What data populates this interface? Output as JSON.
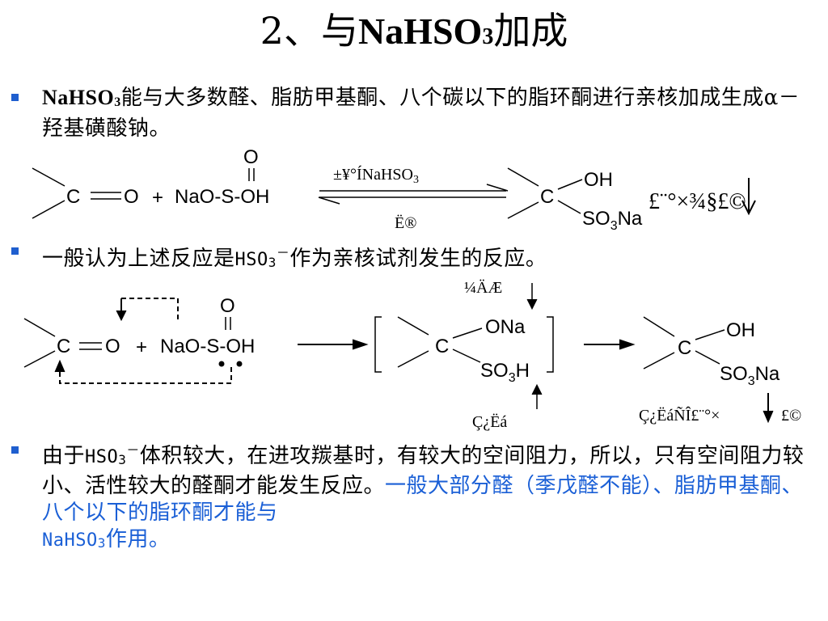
{
  "title": {
    "prefix": "2、与",
    "formula": "NaHSO",
    "formula_sub": "3",
    "suffix": "加成"
  },
  "para1": {
    "formula": "NaHSO",
    "formula_sub": "3",
    "text": "能与大多数醛、脂肪甲基酮、八个碳以下的脂环酮进行亲核加成生成α－羟基磺酸钠。"
  },
  "eq1": {
    "carbonyl_c": "C",
    "carbonyl_o": "O",
    "plus": "+",
    "reagent_left": "NaO-S-OH",
    "reagent_top_o": "O",
    "arrow_top": "±¥°ÍNaHSO",
    "arrow_top_sub": "3",
    "arrow_bottom": "Ë®",
    "product_c": "C",
    "product_oh": "OH",
    "product_so3": "SO",
    "product_so3_sub": "3",
    "product_na": "Na",
    "right_note": "£¨°×¾§£©"
  },
  "para2": {
    "text1": "一般认为上述反应是",
    "hso": "HSO",
    "hso_sub": "3",
    "hso_sup": "－",
    "text2": "作为亲核试剂发生的反应。"
  },
  "eq2": {
    "carbonyl_c": "C",
    "carbonyl_o": "O",
    "plus": "+",
    "reagent_left": "NaO-S-OH",
    "reagent_top_o": "O",
    "mid_c": "C",
    "mid_ona": "ONa",
    "mid_so3": "SO",
    "mid_so3_sub": "3",
    "mid_h": "H",
    "top_label": "¼ÄÆ",
    "bottom_label": "Ç¿Ëá",
    "product_c": "C",
    "product_oh": "OH",
    "product_so3": "SO",
    "product_so3_sub": "3",
    "product_na": "Na",
    "product_label": "Ç¿ËáÑÎ£¨°×",
    "right_note": "£©"
  },
  "para3": {
    "text1": "由于",
    "hso": "HSO",
    "hso_sub": "3",
    "hso_sup": "－",
    "text2": "体积较大，在进攻羰基时，有较大的空间阻力，所以，只有空间阻力较小、活性较大的醛酮才能发生反应。",
    "highlight": "一般大部分醛（季戊醛不能）、脂肪甲基酮、八个以下的脂环酮才能与",
    "highlight_formula": "NaHSO",
    "highlight_formula_sub": "3",
    "highlight_end": "作用。"
  },
  "colors": {
    "bullet": "#1f5fcf",
    "highlight": "#1a5fd6"
  }
}
